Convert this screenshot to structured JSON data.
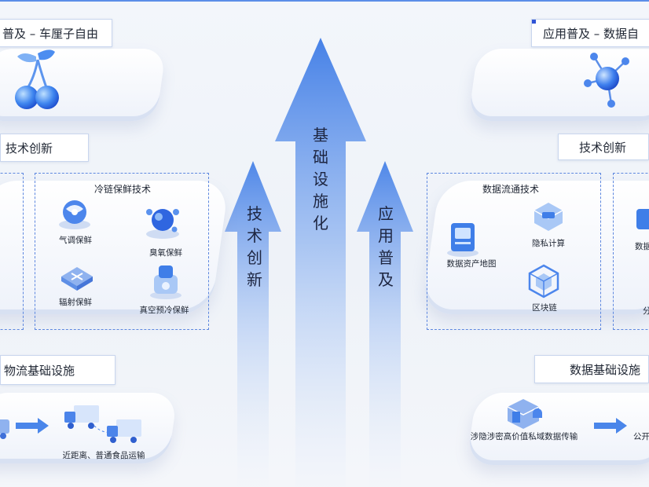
{
  "left": {
    "top_label": "普及 – 车厘子自由",
    "tech_label": "技术创新",
    "panel_title": "冷链保鲜技术",
    "items": [
      "气调保鲜",
      "臭氧保鲜",
      "辐射保鲜",
      "真空预冷保鲜"
    ],
    "infra_label": "物流基础设施",
    "transport_caption": "近距离、普通食品运输"
  },
  "center": {
    "main_arrow": "基础设施化",
    "left_arrow": "技术创新",
    "right_arrow": "应用普及"
  },
  "right": {
    "top_label": "应用普及 – 数据自",
    "tech_label": "技术创新",
    "panel_title": "数据流通技术",
    "items": [
      "数据资产地图",
      "隐私计算",
      "区块链"
    ],
    "partial_items": [
      "数据",
      "分"
    ],
    "infra_label": "数据基础设施",
    "transport_caption": "涉隐涉密高价值私域数据传输",
    "partial_caption": "公开"
  },
  "colors": {
    "accent": "#2f54d6",
    "dashed": "#5d87df",
    "arrow": "#4a86ea"
  }
}
